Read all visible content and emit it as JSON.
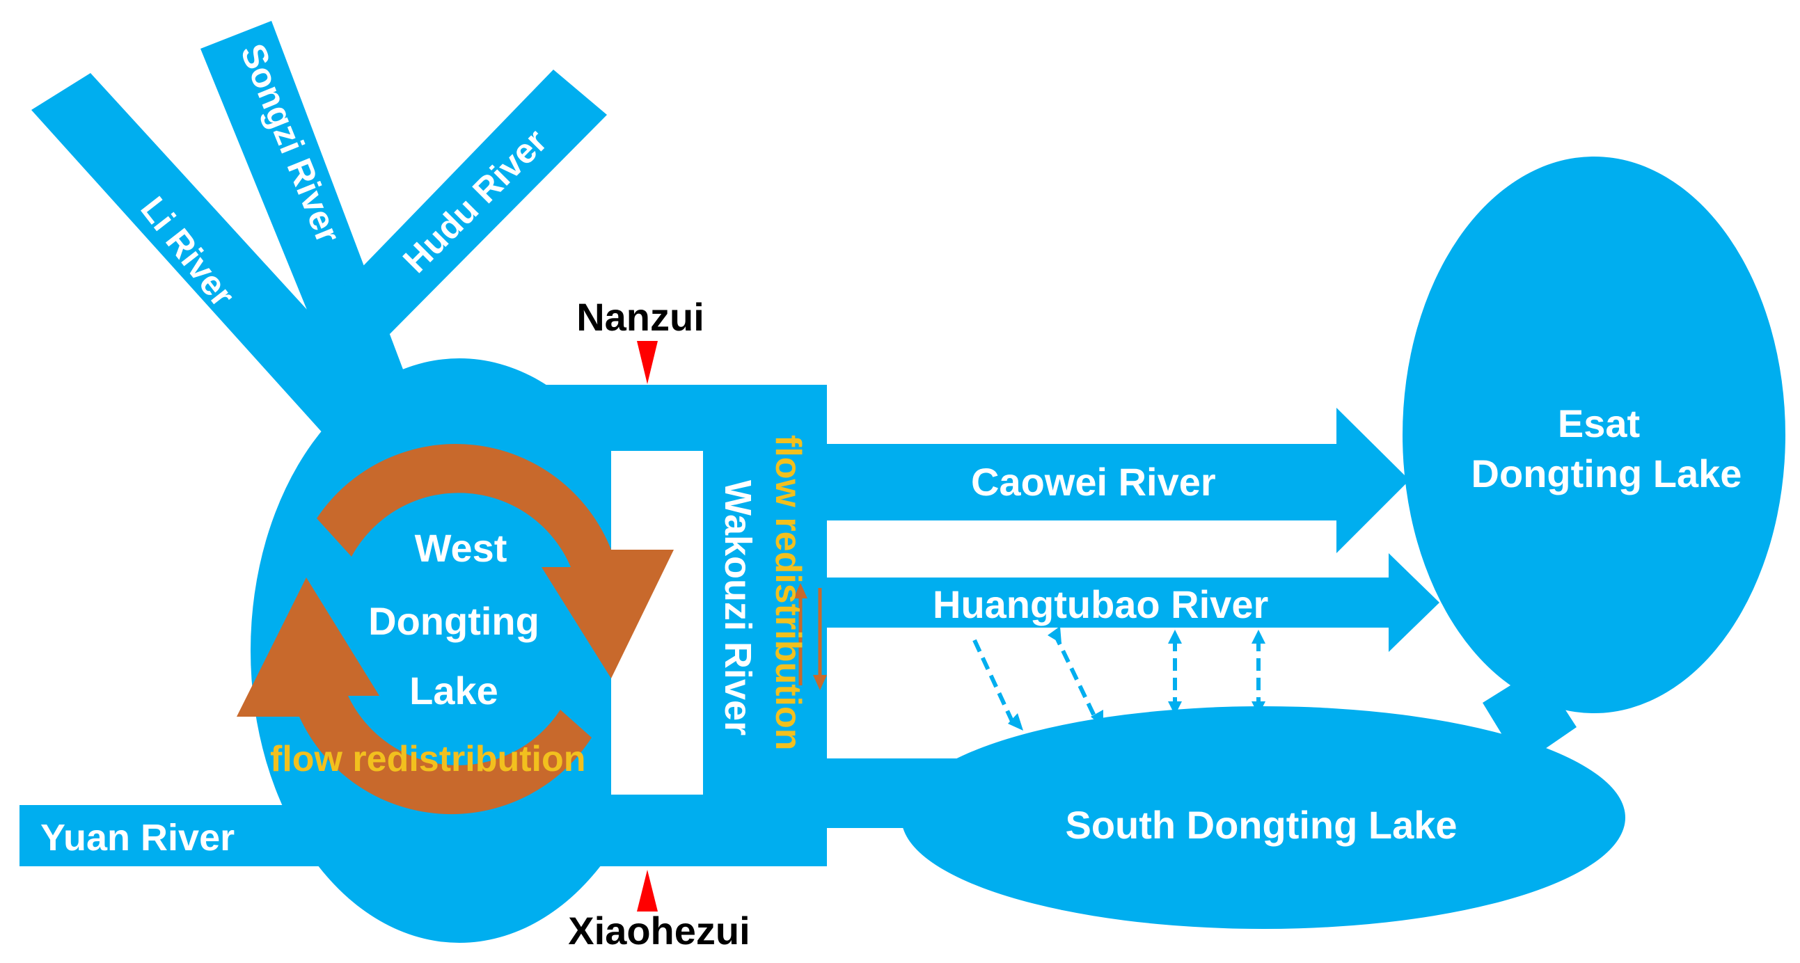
{
  "colors": {
    "water": "#00AEEF",
    "rotation_arrow": "#C8692C",
    "flow_text": "#F2C01E",
    "station_marker": "#FF0000",
    "exchange_arrow": "#00AEEF",
    "label_white": "#FFFFFF",
    "label_black": "#000000"
  },
  "rivers": {
    "li": "Li River",
    "songzi": "Songzi River",
    "hudu": "Hudu River",
    "yuan": "Yuan River",
    "caowei": "Caowei River",
    "huangtubao": "Huangtubao River",
    "wakouzi": "Wakouzi River"
  },
  "lakes": {
    "west_line1": "West",
    "west_line2": "Dongting",
    "west_line3": "Lake",
    "east_line1": "Esat",
    "east_line2": "Dongting Lake",
    "south": "South Dongting Lake"
  },
  "stations": {
    "nanzui": "Nanzui",
    "xiaohezui": "Xiaohezui"
  },
  "annotations": {
    "flow_west": "flow redistribution",
    "flow_wakouzi": "flow redistribution"
  },
  "icons": {
    "rotation": "circular-flow-arrows-icon",
    "station_marker": "red-triangle-marker-icon",
    "exchange": "dashed-double-arrow-icon"
  }
}
